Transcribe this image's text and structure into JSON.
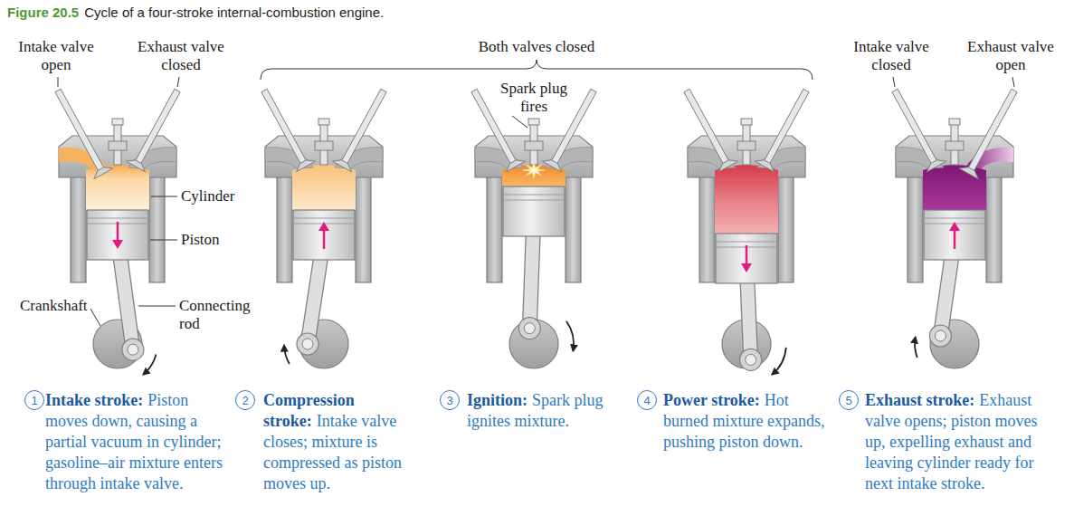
{
  "diagram": {
    "title": "Cycle of a four-stroke internal-combustion engine.",
    "nodes": [
      {
        "text": [
          "1"
        ]
      },
      {
        "text": [
          "2"
        ]
      },
      {
        "text": [
          "3"
        ]
      },
      {
        "text": [
          "4"
        ]
      },
      {
        "text": [
          "5"
        ]
      }
    ],
    "labels": [
      "Figure 20.5",
      "Intake valve open",
      "Exhaust valve closed",
      "Both valves closed",
      "Intake valve closed",
      "Exhaust valve open",
      "Cylinder",
      "Spark plug fires",
      "Piston",
      "Crankshaft",
      "Connecting rod",
      "Intake stroke:",
      "Piston moves down, causing a partial vacuum in cylinder; gasoline–air mixture enters through intake valve.",
      "Compression stroke:",
      "Intake valve closes; mixture is compressed as piston moves up.",
      "Ignition:",
      "Spark plug ignites mixture.",
      "Power stroke:",
      "Hot burned mixture expands, pushing piston down.",
      "Exhaust stroke:",
      "Exhaust valve opens; piston moves up, expelling exhaust and leaving cylinder ready for next intake stroke."
    ]
  }
}
